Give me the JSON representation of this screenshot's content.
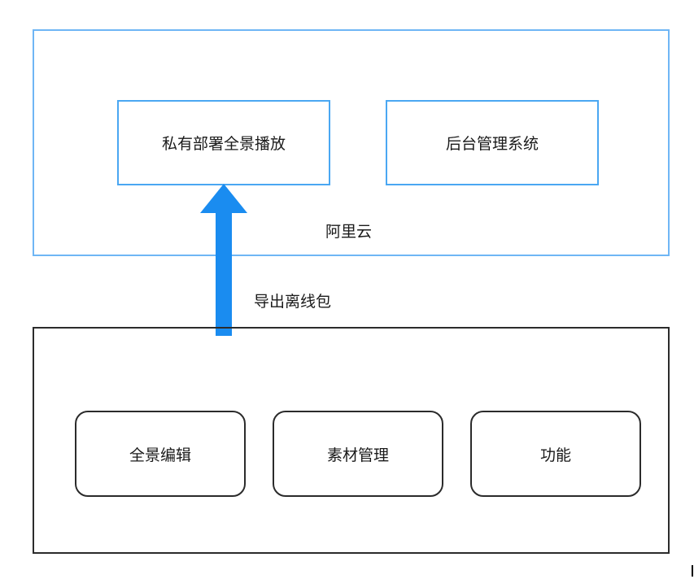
{
  "cloud": {
    "label": "阿里云",
    "nodes": [
      {
        "label": "私有部署全景播放"
      },
      {
        "label": "后台管理系统"
      }
    ]
  },
  "connection": {
    "label": "导出离线包",
    "color": "#1a8cf0"
  },
  "local": {
    "nodes": [
      {
        "label": "全景编辑"
      },
      {
        "label": "素材管理"
      },
      {
        "label": "功能"
      }
    ]
  },
  "colors": {
    "cloud_border": "#6fb6f5",
    "cloud_node_border": "#4aa7f2",
    "local_border": "#2b2b2b",
    "arrow": "#1a8cf0"
  }
}
